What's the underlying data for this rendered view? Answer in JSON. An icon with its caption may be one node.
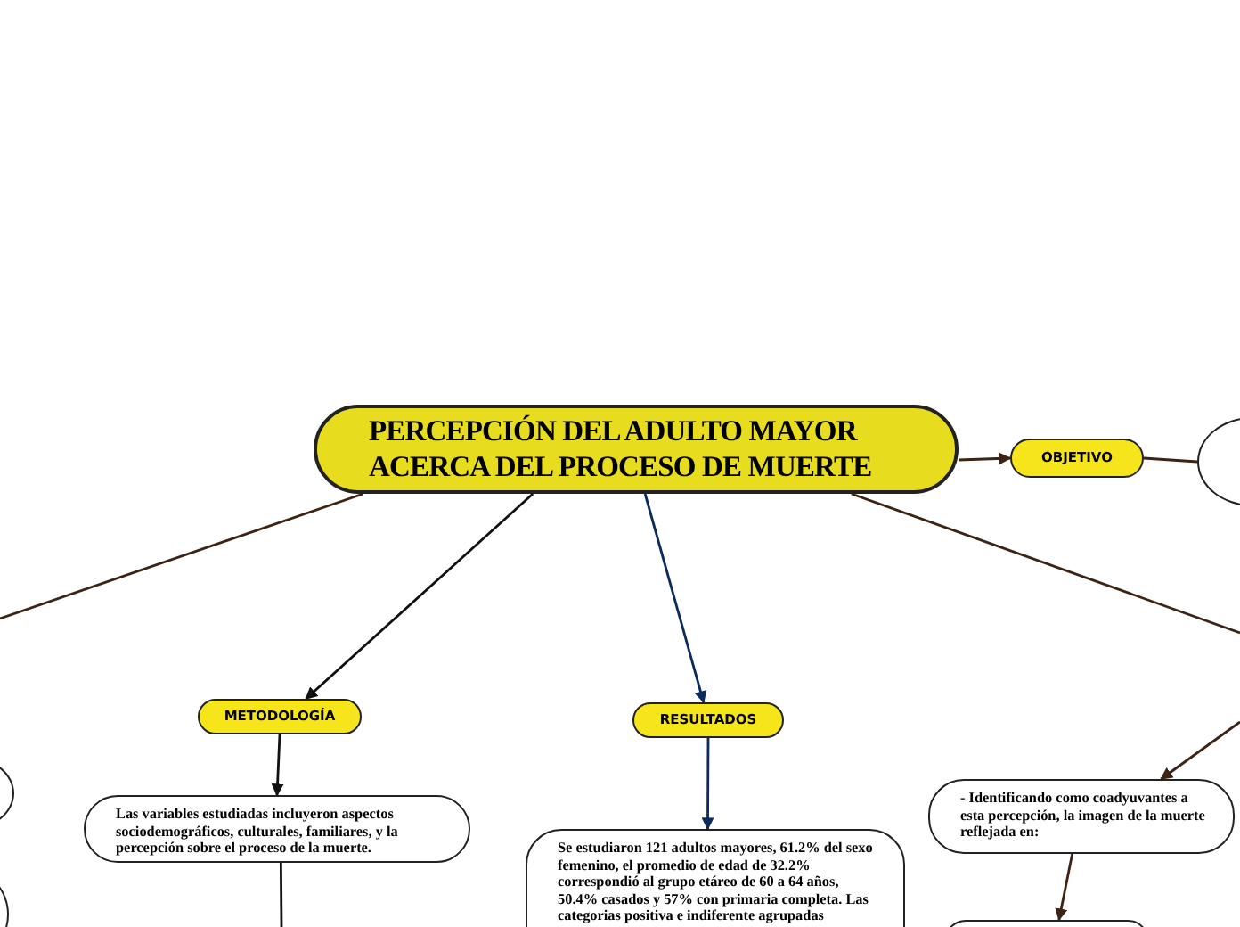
{
  "diagram": {
    "nodes": [
      {
        "text": [
          "PERCEPCIÓN DEL ADULTO MAYOR ACERCA DEL PROCESO DE MUERTE"
        ]
      },
      {
        "text": [],
        "shape": "circle"
      },
      {
        "text": [],
        "shape": "circle"
      },
      {
        "text": [
          "OBJETIVO"
        ]
      },
      {
        "text": [],
        "shape": "circle"
      },
      {
        "text": [
          "METODOLOGÍA"
        ]
      },
      {
        "text": [
          "Las variables estudiadas incluyeron aspectos sociodemográficos, culturales, familiares, y la percepción sobre el proceso de la muerte."
        ]
      },
      {
        "text": [
          "RESULTADOS"
        ]
      },
      {
        "text": [
          "Se estudiaron 121 adultos mayores, 61.2% del sexo femenino, el promedio de edad de 32.2% correspondió al grupo etáreo de 60 a 64 años, 50.4% casados y 57% con primaria completa. Las categorias positiva e indiferente agrupadas"
        ]
      },
      {
        "text": [
          "- Identificando como coadyuvantes a esta percepción, la imagen de la muerte reflejada en:"
        ]
      },
      {
        "text": [],
        "shape": "box"
      }
    ],
    "edges": [
      {
        "from": 0,
        "to": 3,
        "arrow": "to"
      },
      {
        "from": 3,
        "to": 4,
        "arrow": "none"
      },
      {
        "from": 0,
        "to": 5,
        "arrow": "to",
        "color": "#111111"
      },
      {
        "from": 0,
        "to": 7,
        "arrow": "to",
        "color": "#0b2b5c"
      },
      {
        "from": 0,
        "to": null,
        "arrow": "none"
      },
      {
        "from": 0,
        "to": null,
        "arrow": "none"
      },
      {
        "from": null,
        "to": 9,
        "arrow": "to"
      },
      {
        "from": 5,
        "to": 6,
        "arrow": "to",
        "color": "#111111"
      },
      {
        "from": 7,
        "to": 8,
        "arrow": "to",
        "color": "#0b2b5c"
      },
      {
        "from": 9,
        "to": 10,
        "arrow": "to"
      },
      {
        "from": 6,
        "to": null,
        "arrow": "none",
        "color": "#111111"
      }
    ]
  }
}
